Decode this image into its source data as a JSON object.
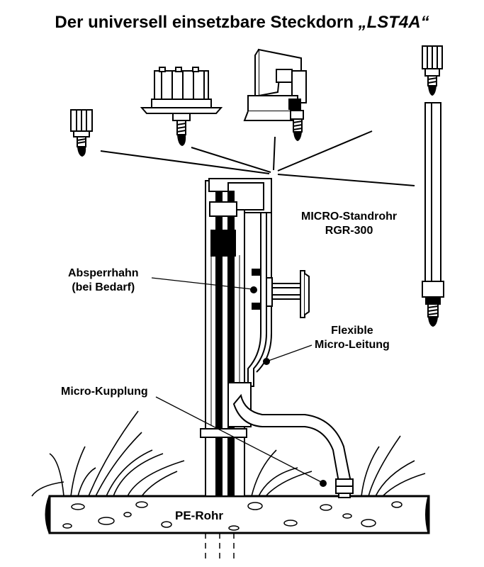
{
  "title": {
    "prefix": "Der universell einsetzbare Steckdorn ",
    "model": "„LST4A“"
  },
  "labels": {
    "standrohr_line1": "MICRO-Standrohr",
    "standrohr_line2": "RGR-300",
    "absperrhahn_line1": "Absperrhahn",
    "absperrhahn_line2": "(bei Bedarf)",
    "leitung_line1": "Flexible",
    "leitung_line2": "Micro-Leitung",
    "kupplung": "Micro-Kupplung",
    "pe_rohr": "PE-Rohr"
  }
}
